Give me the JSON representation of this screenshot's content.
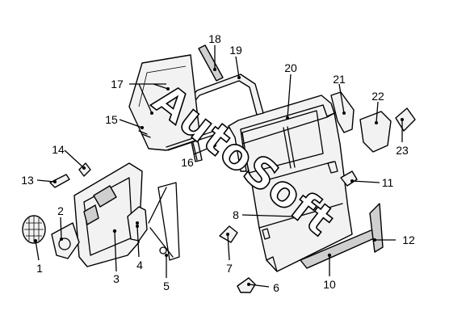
{
  "watermark": "AutoSoft",
  "callouts": [
    {
      "id": "1",
      "label": "1"
    },
    {
      "id": "2",
      "label": "2"
    },
    {
      "id": "3",
      "label": "3"
    },
    {
      "id": "4",
      "label": "4"
    },
    {
      "id": "5",
      "label": "5"
    },
    {
      "id": "6",
      "label": "6"
    },
    {
      "id": "7",
      "label": "7"
    },
    {
      "id": "8",
      "label": "8"
    },
    {
      "id": "10",
      "label": "10"
    },
    {
      "id": "11",
      "label": "11"
    },
    {
      "id": "12",
      "label": "12"
    },
    {
      "id": "13",
      "label": "13"
    },
    {
      "id": "14",
      "label": "14"
    },
    {
      "id": "15",
      "label": "15"
    },
    {
      "id": "16",
      "label": "16"
    },
    {
      "id": "17",
      "label": "17"
    },
    {
      "id": "18",
      "label": "18"
    },
    {
      "id": "19",
      "label": "19"
    },
    {
      "id": "20",
      "label": "20"
    },
    {
      "id": "21",
      "label": "21"
    },
    {
      "id": "22",
      "label": "22"
    },
    {
      "id": "23",
      "label": "23"
    }
  ]
}
